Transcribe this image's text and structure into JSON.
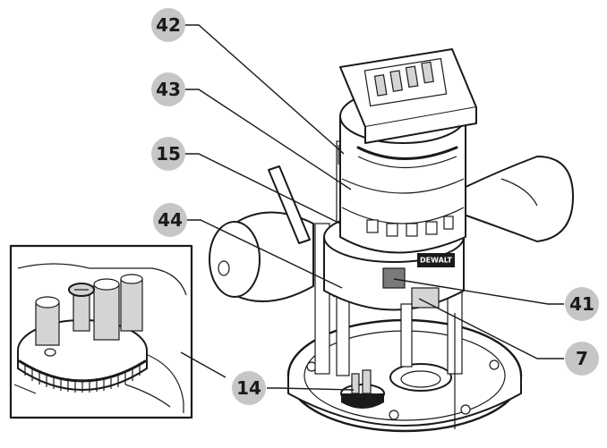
{
  "callouts": [
    {
      "id": "c42",
      "label": "42"
    },
    {
      "id": "c43",
      "label": "43"
    },
    {
      "id": "c15",
      "label": "15"
    },
    {
      "id": "c44",
      "label": "44"
    },
    {
      "id": "c41",
      "label": "41"
    },
    {
      "id": "c7",
      "label": "7"
    },
    {
      "id": "c14",
      "label": "14"
    }
  ],
  "housing_brand_text": "DEWALT"
}
